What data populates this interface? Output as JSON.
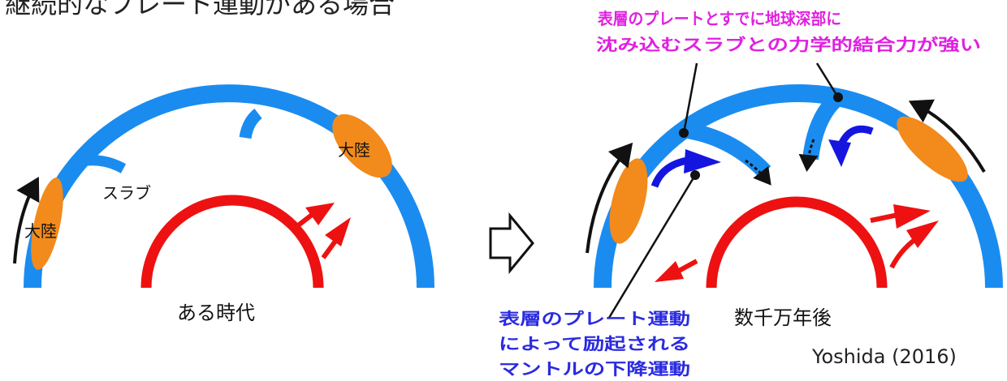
{
  "title": "継続的なプレート運動がある場合",
  "left_panel": {
    "caption": "ある時代",
    "slab_label": "スラブ",
    "continent_label_1": "大陸",
    "continent_label_2": "大陸"
  },
  "transition_arrow": "right-arrow",
  "right_panel": {
    "caption": "数千万年後",
    "annotation_top_line1": "表層のプレートとすでに地球深部に",
    "annotation_top_line2": "沈み込むスラブとの力学的結合力が強い",
    "annotation_bottom_line1": "表層のプレート運動",
    "annotation_bottom_line2": "によって励起される",
    "annotation_bottom_line3": "マントルの下降運動"
  },
  "citation": "Yoshida (2016)",
  "colors": {
    "plate": "#1a8cf0",
    "core": "#ee1111",
    "continent": "#f28a1c",
    "motion_arrow": "#111111",
    "mantle_flow": "#1515e0",
    "magenta_text": "#e020e0",
    "blue_text": "#2a2ae0"
  }
}
